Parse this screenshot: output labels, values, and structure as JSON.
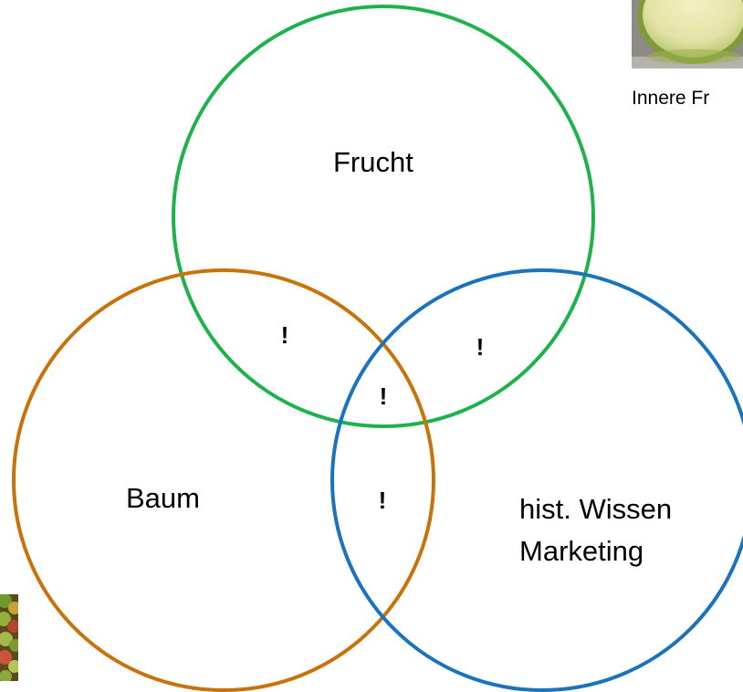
{
  "diagram": {
    "type": "venn",
    "sets": [
      {
        "id": "frucht",
        "label": "Frucht",
        "color": "#1db34a"
      },
      {
        "id": "baum",
        "label": "Baum",
        "color": "#c8730a"
      },
      {
        "id": "marketing",
        "label_lines": [
          "hist. Wissen",
          "Marketing"
        ],
        "color": "#1a73bd"
      }
    ],
    "intersection_marks": [
      {
        "region": "frucht-baum",
        "label": "!"
      },
      {
        "region": "frucht-marketing",
        "label": "!"
      },
      {
        "region": "frucht-baum-marketing",
        "label": "!"
      },
      {
        "region": "baum-marketing",
        "label": "!"
      }
    ]
  },
  "images": [
    {
      "subject": "halved-apple-photo",
      "caption": "Innere Fr"
    },
    {
      "subject": "pile-of-apples-photo",
      "caption": ""
    }
  ]
}
